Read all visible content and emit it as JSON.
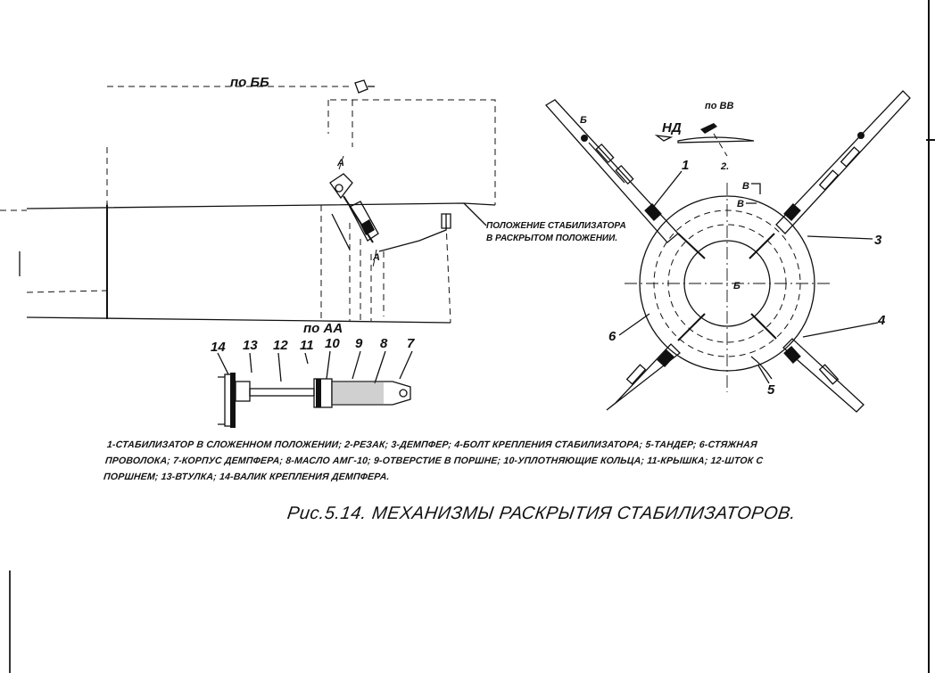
{
  "labels": {
    "section_bb": "по ББ",
    "section_vv": "по ВВ",
    "section_aa": "по АА",
    "nd": "НД",
    "mark_a_top": "А",
    "mark_a_bottom": "А",
    "mark_b_top": "Б",
    "mark_b_center": "Б",
    "mark_v_top": "В",
    "mark_v_bottom": "В",
    "open_position_line1": "ПОЛОЖЕНИЕ СТАБИЛИЗАТОРА",
    "open_position_line2": "В РАСКРЫТОМ ПОЛОЖЕНИИ."
  },
  "callouts": {
    "n1": "1",
    "n2": "2.",
    "n3": "3",
    "n4": "4",
    "n5": "5",
    "n6": "6",
    "n7": "7",
    "n8": "8",
    "n9": "9",
    "n10": "10",
    "n11": "11",
    "n12": "12",
    "n13": "13",
    "n14": "14"
  },
  "legend": "1-стабилизатор в сложенном положении; 2-резак; 3-демпфер; 4-болт крепления стабилизатора; 5-тандер; 6-стяжная проволока; 7-корпус демпфера; 8-масло АМГ-10; 9-отверстие в поршне; 10-уплотняющие кольца; 11-крышка; 12-шток с поршнем; 13-втулка; 14-валик крепления демпфера.",
  "caption": "Рис.5.14. МЕХАНИЗМЫ РАСКРЫТИЯ СТАБИЛИЗАТОРОВ."
}
